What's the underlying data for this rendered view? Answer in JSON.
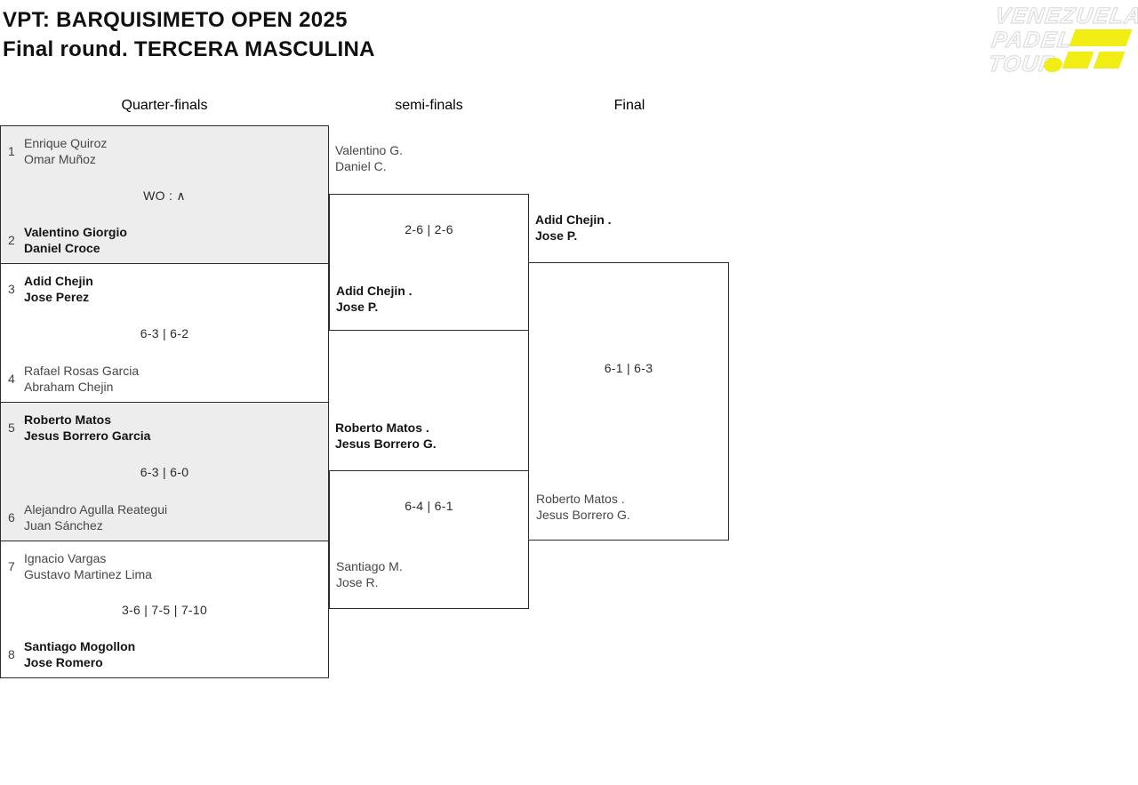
{
  "header": {
    "title_line1": "VPT: BARQUISIMETO OPEN 2025",
    "title_line2": "Final round. TERCERA MASCULINA"
  },
  "logo": {
    "line1": "VENEZUELA",
    "line2": "PADEL",
    "line3": "TOUR",
    "accent_color": "#f1ee15"
  },
  "columns": {
    "quarterfinals": "Quarter-finals",
    "semifinals": "semi-finals",
    "final": "Final"
  },
  "bracket": {
    "quarterfinals": [
      {
        "seed_top": "1",
        "team_top": [
          "Enrique Quiroz",
          "Omar Muñoz"
        ],
        "top_winner": false,
        "score": "WO : ∧",
        "seed_bottom": "2",
        "team_bottom": [
          "Valentino Giorgio",
          "Daniel Croce"
        ],
        "bottom_winner": true
      },
      {
        "seed_top": "3",
        "team_top": [
          "Adid Chejin",
          "Jose Perez"
        ],
        "top_winner": true,
        "score": "6-3 | 6-2",
        "seed_bottom": "4",
        "team_bottom": [
          "Rafael Rosas Garcia",
          "Abraham Chejin"
        ],
        "bottom_winner": false
      },
      {
        "seed_top": "5",
        "team_top": [
          "Roberto Matos",
          "Jesus Borrero Garcia"
        ],
        "top_winner": true,
        "score": "6-3 | 6-0",
        "seed_bottom": "6",
        "team_bottom": [
          "Alejandro Agulla Reategui",
          "Juan Sánchez"
        ],
        "bottom_winner": false
      },
      {
        "seed_top": "7",
        "team_top": [
          "Ignacio Vargas",
          "Gustavo Martinez Lima"
        ],
        "top_winner": false,
        "score": "3-6 | 7-5 | 7-10",
        "seed_bottom": "8",
        "team_bottom": [
          "Santiago Mogollon",
          "Jose Romero"
        ],
        "bottom_winner": true
      }
    ],
    "semifinals": [
      {
        "team_top": [
          "Valentino G.",
          "Daniel C."
        ],
        "top_winner": false,
        "score": "2-6 | 2-6",
        "team_bottom": [
          "Adid Chejin .",
          "Jose P."
        ],
        "bottom_winner": true
      },
      {
        "team_top": [
          "Roberto Matos .",
          "Jesus Borrero G."
        ],
        "top_winner": true,
        "score": "6-4 | 6-1",
        "team_bottom": [
          "Santiago M.",
          "Jose R."
        ],
        "bottom_winner": false
      }
    ],
    "final": {
      "team_top": [
        "Adid Chejin .",
        "Jose P."
      ],
      "top_winner": true,
      "score": "6-1 | 6-3",
      "team_bottom": [
        "Roberto Matos .",
        "Jesus Borrero G."
      ],
      "bottom_winner": false
    }
  }
}
